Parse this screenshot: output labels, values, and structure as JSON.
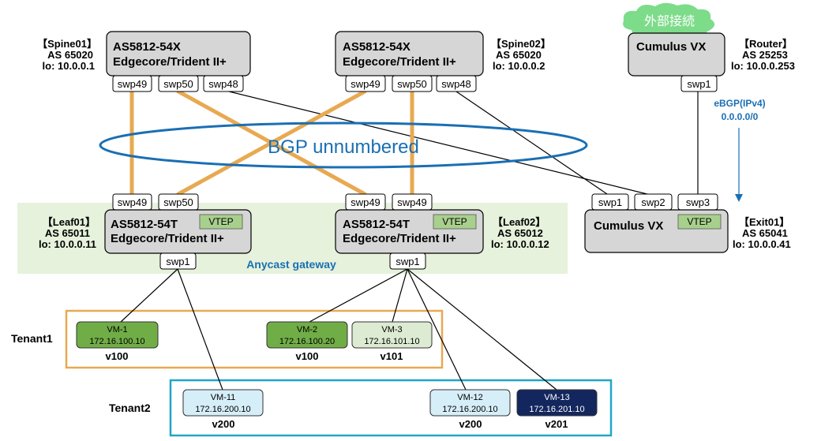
{
  "cloud": {
    "label": "外部接続",
    "color": "#7ddc8a"
  },
  "colors": {
    "orange": "#e8a951",
    "blue": "#1a6fb3",
    "teal": "#1fa7c9",
    "switch_fill": "#d6d6d6",
    "vtep_fill": "#a8d08d",
    "leaf_bg": "#e6f2dc",
    "vm_green": "#70ad47",
    "vm_light_green": "#dcebd2",
    "vm_light_blue": "#d6eef8",
    "vm_navy": "#13265e"
  },
  "switches": {
    "spine01": {
      "title": "AS5812-54X",
      "subtitle": "Edgecore/Trident II+",
      "info": [
        "【Spine01】",
        "AS 65020",
        "lo: 10.0.0.1"
      ]
    },
    "spine02": {
      "title": "AS5812-54X",
      "subtitle": "Edgecore/Trident II+",
      "info": [
        "【Spine02】",
        "AS 65020",
        "lo: 10.0.0.2"
      ]
    },
    "router": {
      "title": "Cumulus VX",
      "info": [
        "【Router】",
        "AS 25253",
        "lo: 10.0.0.253"
      ]
    },
    "leaf01": {
      "title": "AS5812-54T",
      "subtitle": "Edgecore/Trident II+",
      "vtep": "VTEP",
      "info": [
        "【Leaf01】",
        "AS 65011",
        "lo: 10.0.0.11"
      ]
    },
    "leaf02": {
      "title": "AS5812-54T",
      "subtitle": "Edgecore/Trident II+",
      "vtep": "VTEP",
      "info": [
        "【Leaf02】",
        "AS 65012",
        "lo: 10.0.0.12"
      ]
    },
    "exit01": {
      "title": "Cumulus VX",
      "vtep": "VTEP",
      "info": [
        "【Exit01】",
        "AS 65041",
        "lo: 10.0.0.41"
      ]
    }
  },
  "ports": {
    "spine01": [
      "swp49",
      "swp50",
      "swp48"
    ],
    "spine02": [
      "swp49",
      "swp50",
      "swp48"
    ],
    "router": [
      "swp1"
    ],
    "leaf01_up": [
      "swp49",
      "swp50"
    ],
    "leaf02_up": [
      "swp49",
      "swp49"
    ],
    "exit01": [
      "swp1",
      "swp2",
      "swp3"
    ],
    "leaf01_down": [
      "swp1"
    ],
    "leaf02_down": [
      "swp1"
    ]
  },
  "labels": {
    "bgp": "BGP unnumbered",
    "ebgp": [
      "eBGP(IPv4)",
      "0.0.0.0/0"
    ],
    "anycast": "Anycast gateway",
    "tenant1": "Tenant1",
    "tenant2": "Tenant2"
  },
  "vms": [
    {
      "name": "VM-1",
      "ip": "172.16.100.10",
      "vlan": "v100",
      "style": "green"
    },
    {
      "name": "VM-2",
      "ip": "172.16.100.20",
      "vlan": "v100",
      "style": "green"
    },
    {
      "name": "VM-3",
      "ip": "172.16.101.10",
      "vlan": "v101",
      "style": "lightgreen"
    },
    {
      "name": "VM-11",
      "ip": "172.16.200.10",
      "vlan": "v200",
      "style": "lightblue"
    },
    {
      "name": "VM-12",
      "ip": "172.16.200.10",
      "vlan": "v200",
      "style": "lightblue"
    },
    {
      "name": "VM-13",
      "ip": "172.16.201.10",
      "vlan": "v201",
      "style": "navy"
    }
  ]
}
